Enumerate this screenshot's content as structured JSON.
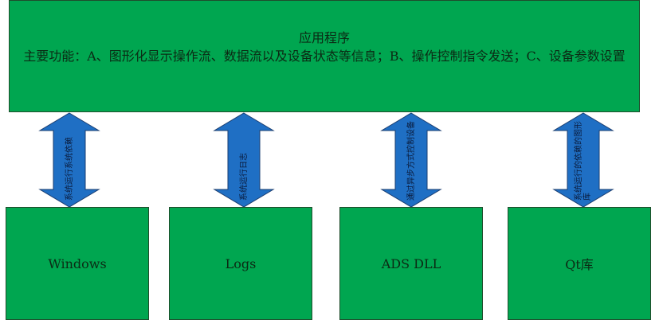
{
  "colors": {
    "box_fill": "#00a650",
    "box_border": "#1f4d2c",
    "arrow_fill": "#1f6fc4",
    "arrow_stroke": "#1a3d70"
  },
  "top": {
    "title": "应用程序",
    "description": "主要功能：A、图形化显示操作流、数据流以及设备状态等信息；B、操作控制指令发送；C、设备参数设置"
  },
  "boxes": {
    "windows": "Windows",
    "logs": "Logs",
    "ads": "ADS DLL",
    "qt": "Qt库"
  },
  "arrows": {
    "windows": "系统运行系统依赖",
    "logs": "系统运行日志",
    "ads": "通过异步方式控制设备",
    "qt": "系统运行的依赖的图形库"
  }
}
